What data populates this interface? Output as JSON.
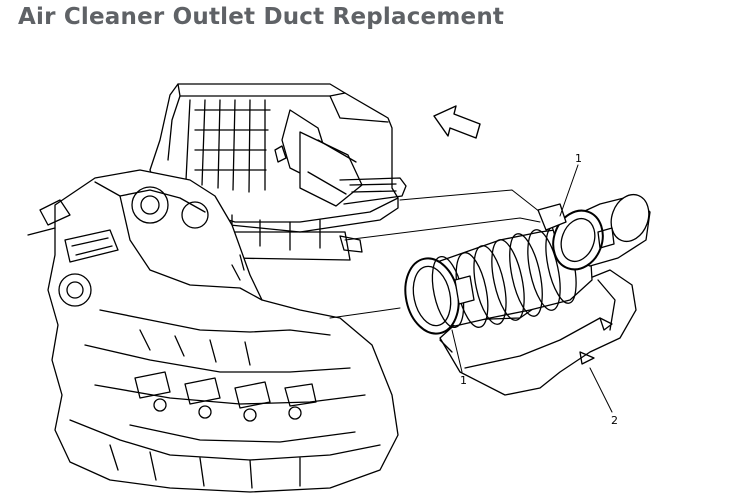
{
  "title": "Air Cleaner Outlet Duct Replacement",
  "callouts": {
    "duct_clamp_upper": "1",
    "duct_clamp_lower": "1",
    "outlet_duct": "2"
  },
  "icons": {
    "direction": "front-arrow-icon"
  },
  "colors": {
    "title": "#5f6266",
    "line": "#000000",
    "background": "#ffffff"
  }
}
